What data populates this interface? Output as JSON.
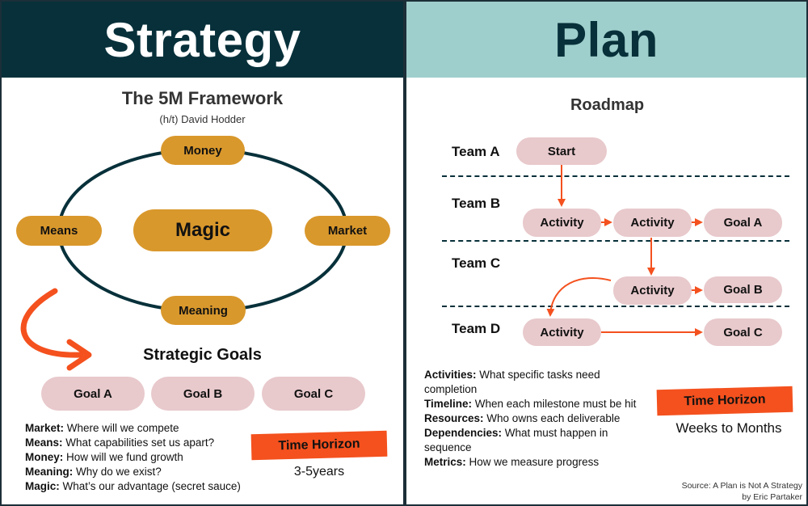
{
  "strategy": {
    "banner_title": "Strategy",
    "framework_title": "The 5M Framework",
    "framework_credit": "(h/t) David Hodder",
    "nodes": {
      "money": "Money",
      "means": "Means",
      "magic": "Magic",
      "market": "Market",
      "meaning": "Meaning"
    },
    "goals_title": "Strategic Goals",
    "goals": [
      "Goal A",
      "Goal B",
      "Goal C"
    ],
    "definitions": [
      {
        "term": "Market:",
        "text": " Where will we compete"
      },
      {
        "term": "Means:",
        "text": " What capabilities set us apart?"
      },
      {
        "term": "Money:",
        "text": " How will we fund growth"
      },
      {
        "term": "Meaning:",
        "text": " Why do we exist?"
      },
      {
        "term": "Magic:",
        "text": " What’s our advantage (secret sauce)"
      }
    ],
    "time_horizon_label": "Time Horizon",
    "time_horizon_value": "3-5years"
  },
  "plan": {
    "banner_title": "Plan",
    "roadmap_title": "Roadmap",
    "teams": [
      "Team A",
      "Team B",
      "Team C",
      "Team D"
    ],
    "nodes": {
      "start": "Start",
      "b_activity_1": "Activity",
      "b_activity_2": "Activity",
      "b_goal": "Goal A",
      "c_activity": "Activity",
      "c_goal": "Goal B",
      "d_activity": "Activity",
      "d_goal": "Goal C"
    },
    "definitions": [
      {
        "term": "Activities:",
        "text": " What specific tasks need completion"
      },
      {
        "term": "Timeline:",
        "text": " When each milestone must be hit"
      },
      {
        "term": "Resources:",
        "text": " Who owns each deliverable"
      },
      {
        "term": "Dependencies:",
        "text": " What must happen in sequence"
      },
      {
        "term": "Metrics:",
        "text": " How we measure progress"
      }
    ],
    "time_horizon_label": "Time Horizon",
    "time_horizon_value": "Weeks to Months",
    "source_line_1": "Source: A Plan is Not A Strategy",
    "source_line_2": "by Eric Partaker"
  },
  "colors": {
    "navy": "#07303a",
    "teal": "#9fcfcc",
    "gold": "#d9982c",
    "pink": "#e8c9cc",
    "orange": "#f4511e"
  }
}
